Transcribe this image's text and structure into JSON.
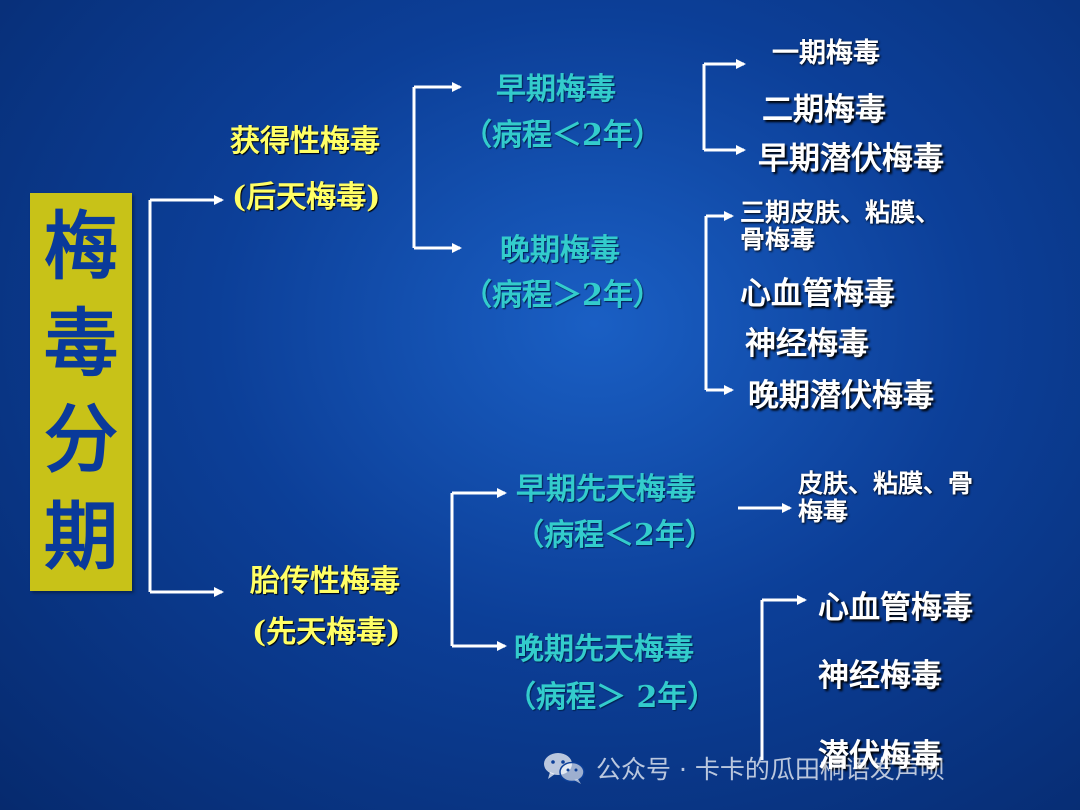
{
  "title_chars": [
    "梅",
    "毒",
    "分",
    "期"
  ],
  "acquired": {
    "title": "获得性梅毒",
    "subtitle": "(后天梅毒)",
    "early": {
      "title": "早期梅毒",
      "course": "（病程＜2年）",
      "items": [
        "一期梅毒",
        "二期梅毒",
        "早期潜伏梅毒"
      ]
    },
    "late": {
      "title": "晚期梅毒",
      "course": "（病程＞2年）",
      "items": [
        "三期皮肤、粘膜、",
        "骨梅毒",
        "心血管梅毒",
        "神经梅毒",
        "晚期潜伏梅毒"
      ]
    }
  },
  "congenital": {
    "title": "胎传性梅毒",
    "subtitle": "(先天梅毒)",
    "early": {
      "title": "早期先天梅毒",
      "course": "（病程＜2年）",
      "items": [
        "皮肤、粘膜、骨",
        "梅毒"
      ]
    },
    "late": {
      "title": "晚期先天梅毒",
      "course": "（病程＞ 2年）",
      "items": [
        "心血管梅毒",
        "神经梅毒",
        "潜伏梅毒"
      ]
    }
  },
  "watermark": {
    "text": "公众号 · 卡卡的瓜田桐语发声呗",
    "icon": "wechat-icon"
  },
  "colors": {
    "background": "#0c3f98",
    "title_box": "#c8c218",
    "title_text": "#0a3a9a",
    "level1_text": "#ffff66",
    "level2_text": "#33cccc",
    "level3_text": "#ffffff",
    "connector": "#ffffff"
  }
}
